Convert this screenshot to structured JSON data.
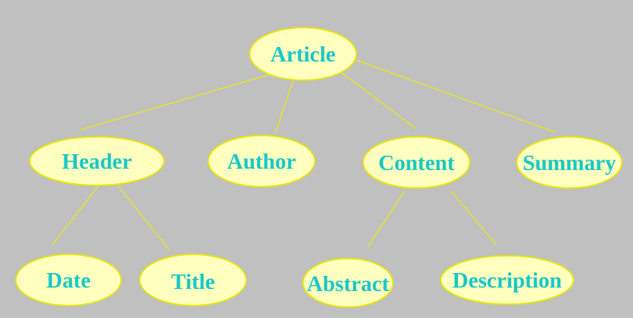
{
  "diagram": {
    "nodes": [
      {
        "id": "article",
        "label": "Article"
      },
      {
        "id": "header",
        "label": "Header"
      },
      {
        "id": "author",
        "label": "Author"
      },
      {
        "id": "content",
        "label": "Content"
      },
      {
        "id": "summary",
        "label": "Summary"
      },
      {
        "id": "date",
        "label": "Date"
      },
      {
        "id": "title",
        "label": "Title"
      },
      {
        "id": "abstract",
        "label": "Abstract"
      },
      {
        "id": "description",
        "label": "Description"
      }
    ],
    "edges": [
      {
        "from": "article",
        "to": "header"
      },
      {
        "from": "article",
        "to": "author"
      },
      {
        "from": "article",
        "to": "content"
      },
      {
        "from": "article",
        "to": "summary"
      },
      {
        "from": "header",
        "to": "date"
      },
      {
        "from": "header",
        "to": "title"
      },
      {
        "from": "content",
        "to": "abstract"
      },
      {
        "from": "content",
        "to": "description"
      }
    ],
    "colors": {
      "background": "#c0c0c0",
      "node_fill": "#ffffc0",
      "node_stroke": "#e8e800",
      "edge": "#f0f000",
      "label": "#18c8c8"
    }
  }
}
